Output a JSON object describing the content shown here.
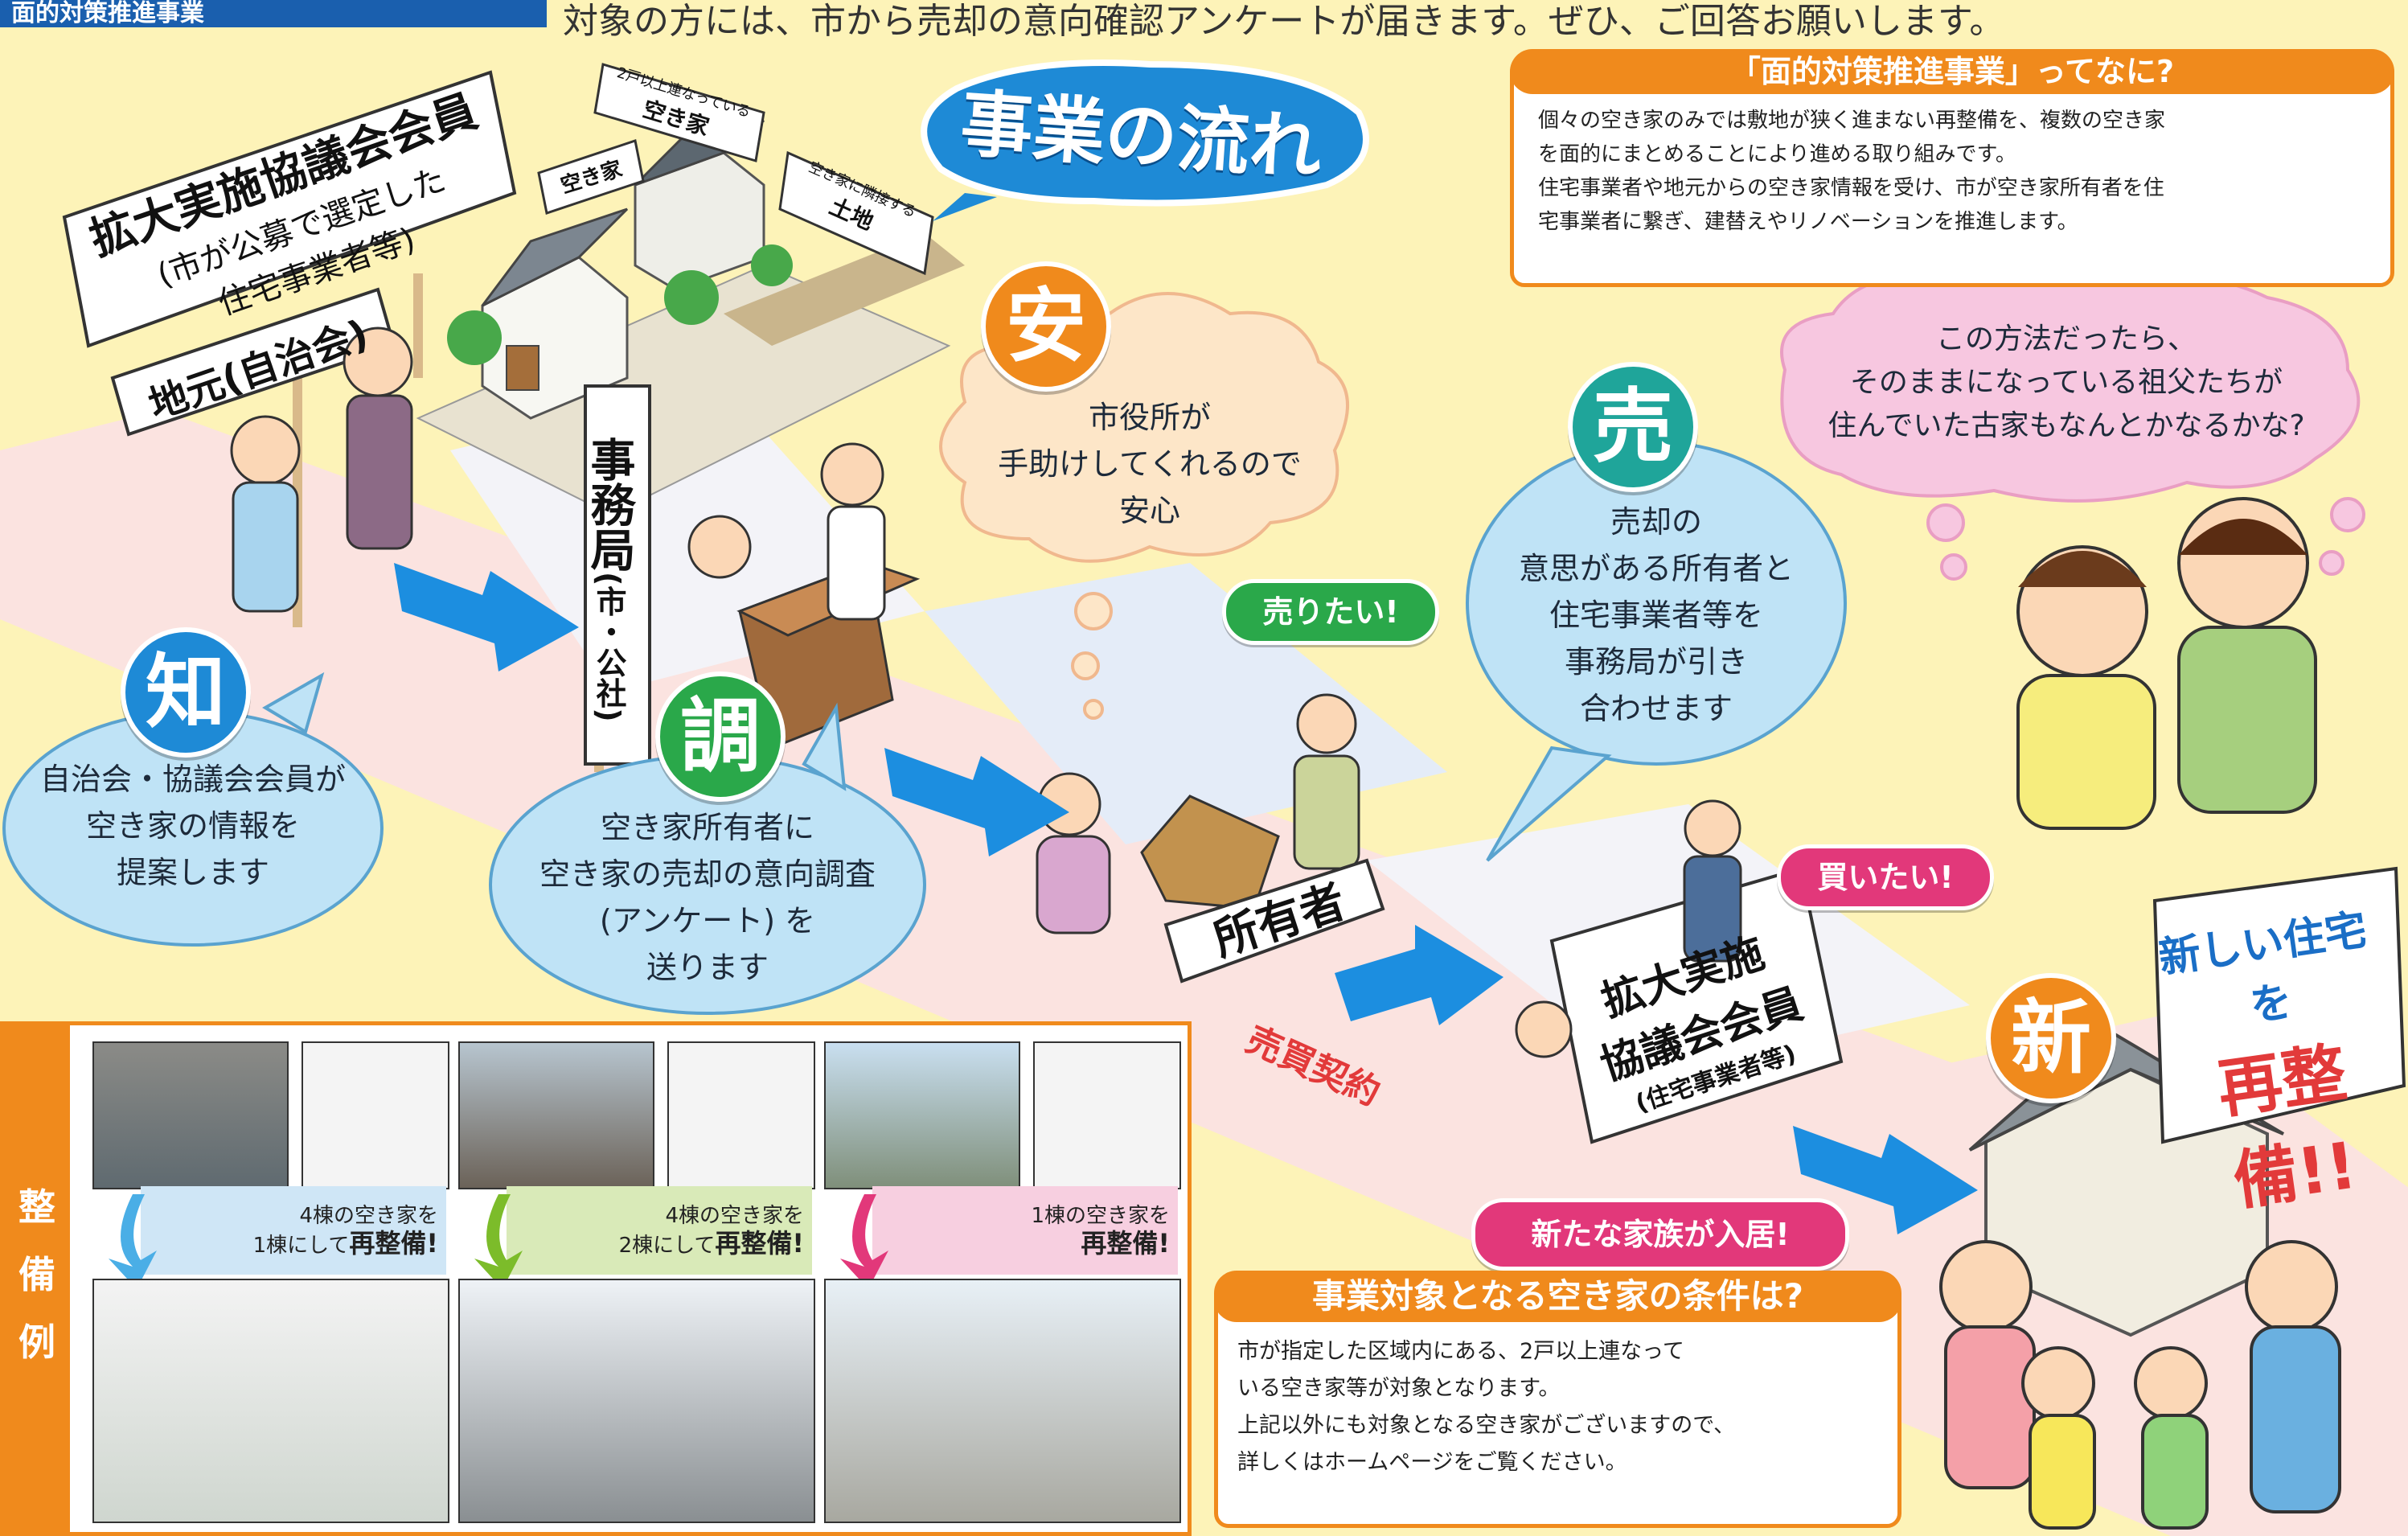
{
  "header": {
    "tag_label": "面的対策推進事業",
    "notice": "対象の方には、市から売却の意向確認アンケートが届きます。ぜひ、ご回答お願いします。"
  },
  "title": "事業の流れ",
  "info_box": {
    "heading": "「面的対策推進事業」ってなに?",
    "lines": [
      "個々の空き家のみでは敷地が狭く進まない再整備を、複数の空き家",
      "を面的にまとめることにより進める取り組みです。",
      "住宅事業者や地元からの空き家情報を受け、市が空き家所有者を住",
      "宅事業者に繋ぎ、建替えやリノベーションを推進します。"
    ]
  },
  "signs": {
    "council_line1": "拡大実施協議会会員",
    "council_line2": "(市が公募で選定した",
    "council_line3": "住宅事業者等)",
    "local": "地元(自治会)",
    "akiya": "空き家",
    "akiya2_line1": "2戸以上連なっている",
    "akiya2_line2": "空き家",
    "land_line1": "空き家に隣接する",
    "land_line2": "土地",
    "office_main": "事務局",
    "office_sub": "(市・公社)",
    "owner": "所有者",
    "contract": "売買契約",
    "council2_line1": "拡大実施",
    "council2_line2": "協議会会員",
    "council2_line3": "(住宅事業者等)",
    "new_home_line1": "新しい住宅を",
    "new_home_line2": "再整備!!"
  },
  "steps": [
    {
      "kanji": "知",
      "lines": [
        "自治会・協議会会員が",
        "空き家の情報を",
        "提案します"
      ]
    },
    {
      "kanji": "調",
      "lines": [
        "空き家所有者に",
        "空き家の売却の意向調査",
        "(アンケート) を",
        "送ります"
      ]
    },
    {
      "kanji": "安",
      "lines": [
        "市役所が",
        "手助けしてくれるので",
        "安心"
      ]
    },
    {
      "kanji": "売",
      "lines": [
        "売却の",
        "意思がある所有者と",
        "住宅事業者等を",
        "事務局が引き",
        "合わせます"
      ]
    },
    {
      "kanji": "新",
      "lines": []
    }
  ],
  "pills": {
    "sell": "売りたい!",
    "buy": "買いたい!",
    "new_family": "新たな家族が入居!"
  },
  "thought": {
    "lines": [
      "この方法だったら、",
      "そのままになっている祖父たちが",
      "住んでいた古家もなんとかなるかな?"
    ]
  },
  "conditions": {
    "heading": "事業対象となる空き家の条件は?",
    "lines": [
      "市が指定した区域内にある、2戸以上連なって",
      "いる空き家等が対象となります。",
      "上記以外にも対象となる空き家がございますので、",
      "詳しくはホームページをご覧ください。"
    ]
  },
  "examples": {
    "side_label": [
      "整",
      "備",
      "例"
    ],
    "items": [
      {
        "caption_line1": "4棟の空き家を",
        "caption_pre": "1棟にして",
        "caption_bold": "再整備!"
      },
      {
        "caption_line1": "4棟の空き家を",
        "caption_pre": "2棟にして",
        "caption_bold": "再整備!"
      },
      {
        "caption_line1": "1棟の空き家を",
        "caption_pre": "",
        "caption_bold": "再整備!"
      }
    ]
  },
  "colors": {
    "background": "#fdf3b8",
    "accent_orange": "#f08a1c",
    "blue": "#1e8ad6",
    "green": "#2aa84a",
    "teal": "#1fa59a",
    "pink": "#e2387a",
    "arrow_blue": "#1c8ee0"
  }
}
